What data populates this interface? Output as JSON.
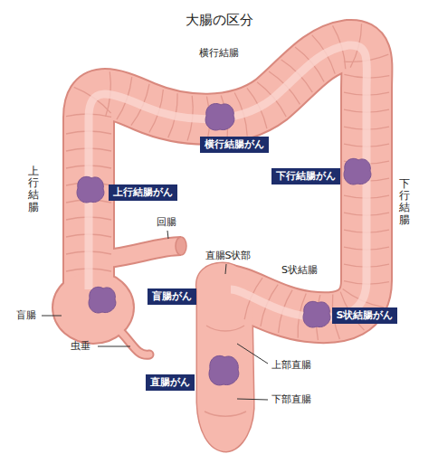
{
  "diagram": {
    "title": "大腸の区分",
    "nodes": [
      {
        "text": [
          "横行結腸がん"
        ]
      },
      {
        "text": [
          "上行結腸がん"
        ]
      },
      {
        "text": [
          "下行結腸がん"
        ]
      },
      {
        "text": [
          "盲腸がん"
        ]
      },
      {
        "text": [
          "S状結腸がん"
        ]
      },
      {
        "text": [
          "直腸がん"
        ]
      }
    ],
    "labels": [
      "横行結腸",
      "上行結腸",
      "下行結腸",
      "回腸",
      "直腸S状部",
      "S状結腸",
      "盲腸",
      "虫垂",
      "上部直腸",
      "下部直腸"
    ]
  }
}
